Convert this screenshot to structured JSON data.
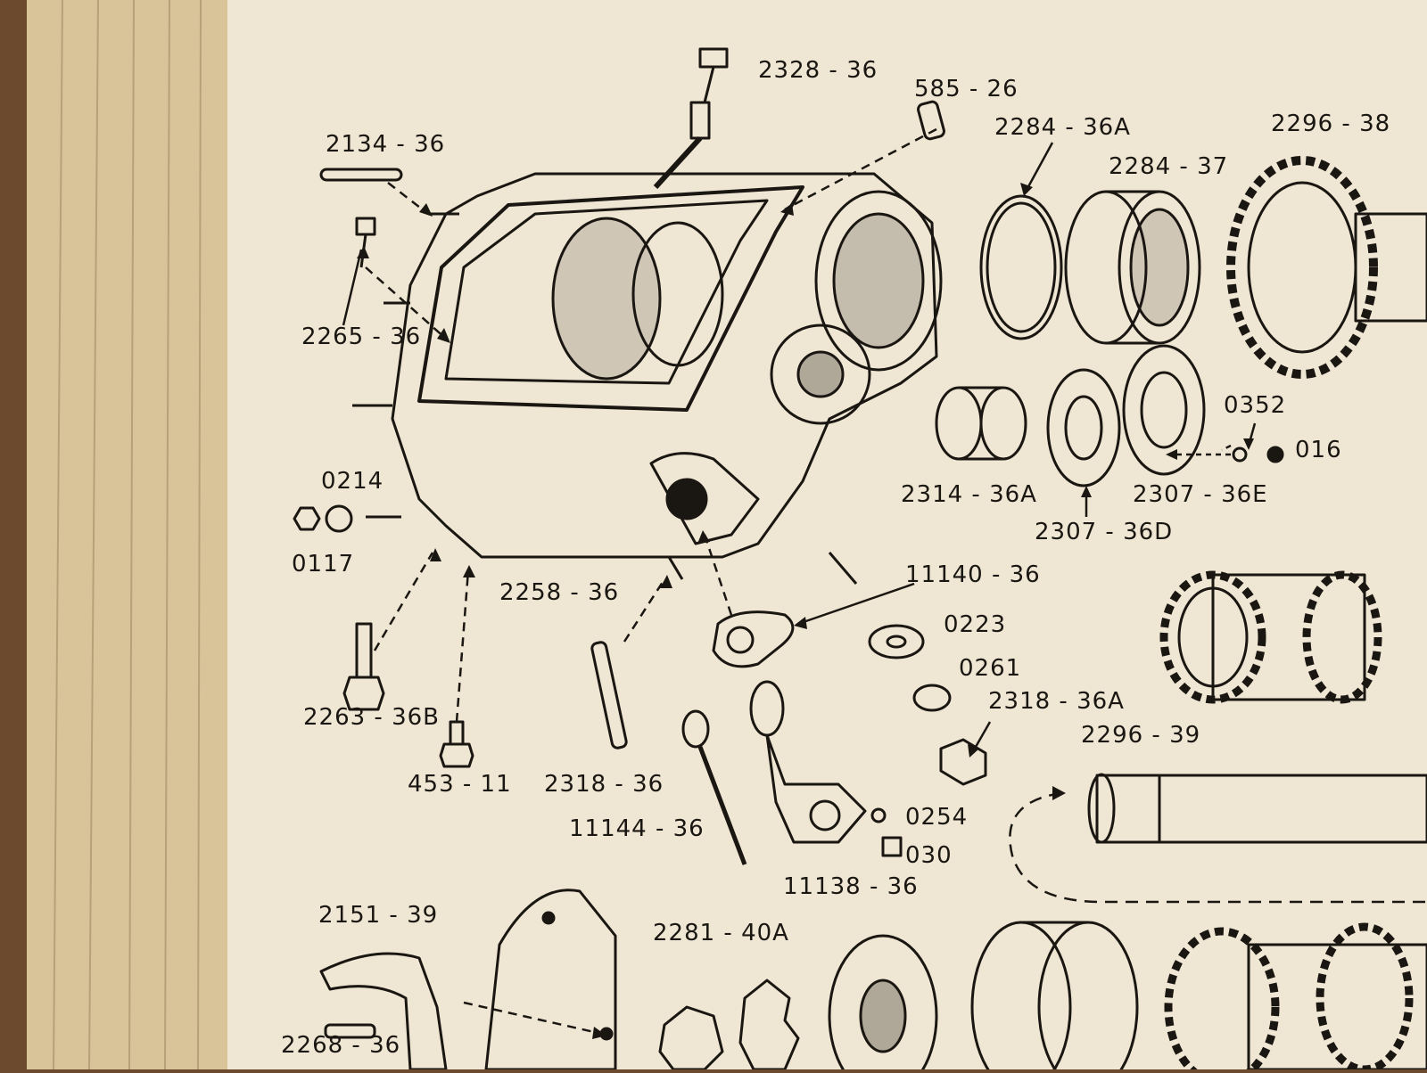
{
  "labels": {
    "l_2328_36": "2328 - 36",
    "l_585_26": "585 - 26",
    "l_2284_36a": "2284 - 36A",
    "l_2296_38": "2296 - 38",
    "l_2134_36": "2134 - 36",
    "l_2284_37": "2284 - 37",
    "l_2265_36": "2265 - 36",
    "l_0352": "0352",
    "l_016": "016",
    "l_2314_36a": "2314 - 36A",
    "l_2307_36e": "2307 - 36E",
    "l_2307_36d": "2307 - 36D",
    "l_0214": "0214",
    "l_0117": "0117",
    "l_11140_36": "11140 - 36",
    "l_2258_36": "2258 - 36",
    "l_0223": "0223",
    "l_0261": "0261",
    "l_2318_36a": "2318 - 36A",
    "l_2296_39": "2296 - 39",
    "l_2263_36b": "2263 - 36B",
    "l_453_11": "453 - 11",
    "l_2318_36": "2318 - 36",
    "l_11144_36": "11144 - 36",
    "l_0254": "0254",
    "l_030": "030",
    "l_11138_36": "11138 - 36",
    "l_2151_39": "2151 - 39",
    "l_2281_40a": "2281 - 40A",
    "l_2268_36": "2268 - 36"
  },
  "colors": {
    "paper": "#efe6d3",
    "ink": "#1a1612",
    "page_edge": "#d9c49a",
    "table": "#6b4a2e"
  }
}
